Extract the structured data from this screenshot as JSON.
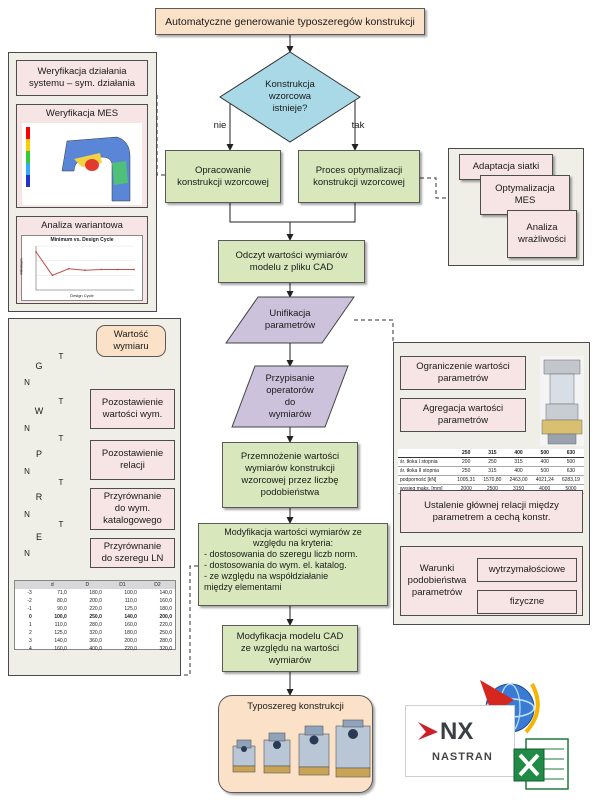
{
  "title": "Automatyczne generowanie typoszeregów konstrukcji",
  "decision": "Konstrukcja\nwzorcowa\nistnieje?",
  "branch_no": "nie",
  "branch_yes": "tak",
  "box_new": "Opracowanie\nkonstrukcji wzorcowej",
  "box_opt": "Proces optymalizacji\nkonstrukcji wzorcowej",
  "read_cad": "Odczyt  wartości wymiarów\nmodelu z pliku CAD",
  "unify": "Unifikacja\nparametrów",
  "assign": "Przypisanie\noperatorów\ndo\nwymiarów",
  "multiply": "Przemnożenie wartości\nwymiarów konstrukcji\nwzorcowej przez liczbę\npodobieństwa",
  "modify_title": "Modyfikacja wartości wymiarów ze\nwzględu na kryteria:",
  "modify_items": [
    "- dostosowania do szeregu liczb norm.",
    "- dostosowania do wym. el. katalog.",
    "- ze względu na współdziałanie\n  między elementami"
  ],
  "cad_modify": "Modyfikacja modelu CAD\nze względu na wartości\nwymiarów",
  "result": "Typoszereg konstrukcji",
  "left_top": {
    "verify": "Weryfikacja  działania\nsystemu – sym. działania",
    "mes": "Weryfikacja MES",
    "variant": "Analiza wariantowa",
    "chart_title": "Minimum vs. Design Cycle",
    "chart_xlabel": "Design Cycle",
    "chart_ylabel": "Minimum"
  },
  "right_top": {
    "mesh": "Adaptacja siatki",
    "opt": "Optymalizacja\nMES",
    "sens": "Analiza\nwrażliwości"
  },
  "left_mid": {
    "dim": "Wartość\nwymiaru",
    "G": "G",
    "W": "W",
    "P": "P",
    "R": "R",
    "E": "E",
    "T": "T",
    "N": "N",
    "keep": "Pozostawienie\nwartości wym.",
    "rel": "Pozostawienie\nrelacji",
    "cat": "Przyrównanie\ndo wym.\nkatalogowego",
    "ln": "Przyrównanie\ndo szeregu LN"
  },
  "dim_table": {
    "headers": [
      "",
      "d",
      "D",
      "D1",
      "D2"
    ],
    "rows": [
      [
        "-3",
        "71,0",
        "180,0",
        "100,0",
        "140,0"
      ],
      [
        "-2",
        "80,0",
        "200,0",
        "110,0",
        "160,0"
      ],
      [
        "-1",
        "90,0",
        "220,0",
        "125,0",
        "180,0"
      ],
      [
        "0",
        "100,0",
        "250,0",
        "140,0",
        "200,0"
      ],
      [
        "1",
        "110,0",
        "280,0",
        "160,0",
        "220,0"
      ],
      [
        "2",
        "125,0",
        "320,0",
        "180,0",
        "250,0"
      ],
      [
        "3",
        "140,0",
        "360,0",
        "200,0",
        "280,0"
      ],
      [
        "4",
        "160,0",
        "400,0",
        "220,0",
        "320,0"
      ]
    ]
  },
  "right_mid": {
    "limit": "Ograniczenie wartości\nparametrów",
    "aggr": "Agregacja wartości\nparametrów",
    "relation": "Ustalenie głównej relacji między\nparametrem a cechą konstr.",
    "sim": "Warunki\npodobieństwa\nparametrów",
    "strength": "wytrzymałościowe",
    "physical": "fizyczne"
  },
  "param_table": {
    "headers": [
      "",
      "250",
      "315",
      "400",
      "500",
      "630"
    ],
    "rows": [
      [
        "śr. tłoka I stopnia",
        "200",
        "250",
        "315",
        "400",
        "500"
      ],
      [
        "śr. tłoka II stopnia",
        "250",
        "315",
        "400",
        "500",
        "630"
      ],
      [
        "podporność [kN]",
        "1005,31",
        "1570,80",
        "2463,00",
        "4021,24",
        "6283,19"
      ],
      [
        "wysięg maks. [mm]",
        "2000",
        "2500",
        "3150",
        "4000",
        "5000"
      ]
    ]
  },
  "logos": {
    "nx": "NX",
    "nastran": "NASTRAN"
  },
  "chart_data": {
    "type": "line",
    "title": "Minimum vs. Design Cycle",
    "xlabel": "Design Cycle",
    "ylabel": "Minimum",
    "x": [
      0,
      1,
      2,
      3,
      4,
      5,
      6
    ],
    "values": [
      5.2,
      2.0,
      2.9,
      2.7,
      2.8,
      2.8,
      2.8
    ],
    "colors": {
      "line": "#c0504d"
    }
  }
}
